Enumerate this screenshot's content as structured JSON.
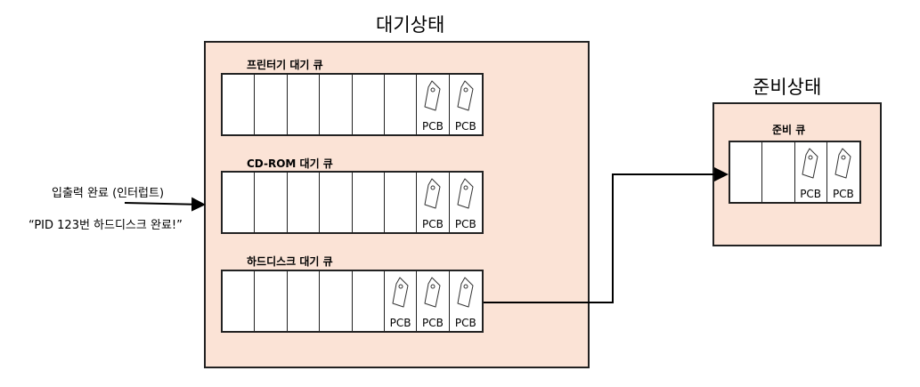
{
  "waiting_state": {
    "title": "대기상태",
    "queues": [
      {
        "label": "프린터기 대기 큐",
        "slots": [
          "",
          "",
          "",
          "",
          "",
          "",
          "PCB",
          "PCB"
        ]
      },
      {
        "label": "CD-ROM 대기 큐",
        "slots": [
          "",
          "",
          "",
          "",
          "",
          "",
          "PCB",
          "PCB"
        ]
      },
      {
        "label": "하드디스크 대기 큐",
        "slots": [
          "",
          "",
          "",
          "",
          "",
          "PCB",
          "PCB",
          "PCB"
        ]
      }
    ]
  },
  "ready_state": {
    "title": "준비상태",
    "queue": {
      "label": "준비 큐",
      "slots": [
        "",
        "",
        "PCB",
        "PCB"
      ]
    }
  },
  "interrupt": {
    "label": "입출력 완료 (인터럽트)",
    "message": "“PID 123번 하드디스크 완료!”"
  },
  "icons": {
    "pcb": "tag-icon",
    "arrow": "arrow-right-icon"
  },
  "colors": {
    "state_fill": "#fbe3d6",
    "border": "#222222",
    "queue_fill": "#ffffff"
  }
}
